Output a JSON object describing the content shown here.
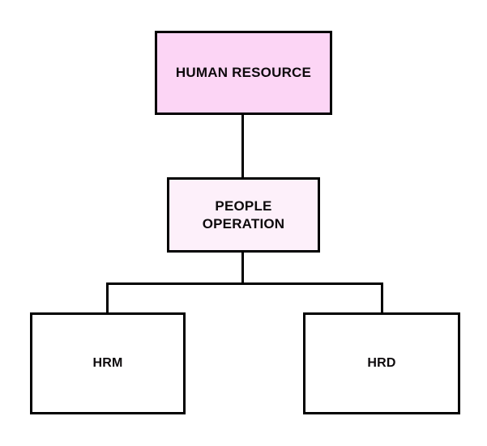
{
  "diagram": {
    "type": "hierarchy-org-chart",
    "background_color": "#ffffff",
    "line_color": "#000000",
    "nodes": [
      {
        "id": "human-resource",
        "label": "HUMAN RESOURCE",
        "level": 1,
        "fill_color": "#fcd5f5",
        "border_color": "#000000",
        "text_color": "#0d0a0c"
      },
      {
        "id": "people-operation",
        "label": "PEOPLE\nOPERATION",
        "level": 2,
        "fill_color": "#fdf0fa",
        "border_color": "#000000",
        "text_color": "#0d0a0c"
      },
      {
        "id": "hrm",
        "label": "HRM",
        "level": 3,
        "fill_color": "#ffffff",
        "border_color": "#000000",
        "text_color": "#0d0a0c"
      },
      {
        "id": "hrd",
        "label": "HRD",
        "level": 3,
        "fill_color": "#ffffff",
        "border_color": "#000000",
        "text_color": "#0d0a0c"
      }
    ],
    "edges": [
      {
        "from": "human-resource",
        "to": "people-operation",
        "style": "straight-vertical"
      },
      {
        "from": "people-operation",
        "to": "hrm",
        "style": "elbow"
      },
      {
        "from": "people-operation",
        "to": "hrd",
        "style": "elbow"
      }
    ]
  }
}
